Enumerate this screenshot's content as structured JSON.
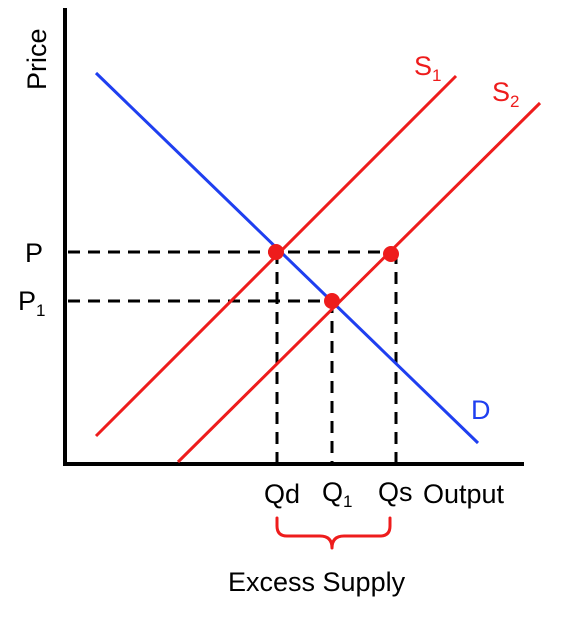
{
  "axes": {
    "y_label": "Price",
    "x_label": "Output"
  },
  "curves": {
    "demand": {
      "label": "D"
    },
    "supply1": {
      "label": "S",
      "subscript": "1"
    },
    "supply2": {
      "label": "S",
      "subscript": "2"
    }
  },
  "price_labels": {
    "p": {
      "label": "P"
    },
    "p1": {
      "label": "P",
      "subscript": "1"
    }
  },
  "quantity_labels": {
    "qd": {
      "label": "Qd"
    },
    "q1": {
      "label": "Q",
      "subscript": "1"
    },
    "qs": {
      "label": "Qs"
    }
  },
  "annotation": {
    "excess_supply": "Excess Supply"
  },
  "colors": {
    "demand": "#1f3ff0",
    "supply": "#ee1c1c",
    "axis": "#000000",
    "guide": "#000000",
    "text_red": "#ee1c1c",
    "text_blue": "#1f3ff0",
    "text_black": "#000000"
  }
}
